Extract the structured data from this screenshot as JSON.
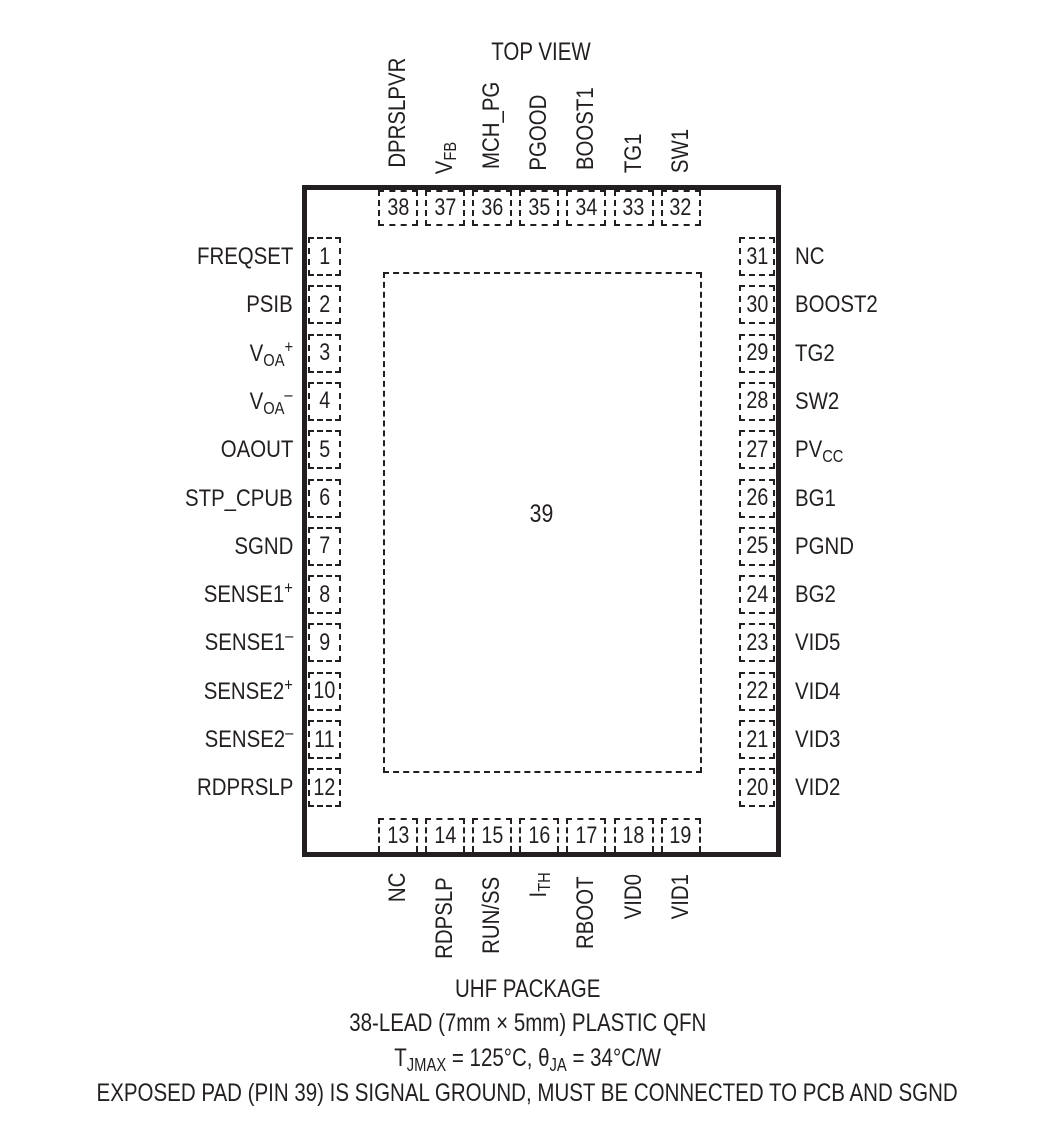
{
  "title": "TOP VIEW",
  "exposed_pad": {
    "number": "39"
  },
  "pins": {
    "left": [
      {
        "num": "1",
        "name": "FREQSET",
        "sub": "",
        "sup": ""
      },
      {
        "num": "2",
        "name": "PSIB",
        "sub": "",
        "sup": ""
      },
      {
        "num": "3",
        "name": "V",
        "sub": "OA",
        "sup": "+"
      },
      {
        "num": "4",
        "name": "V",
        "sub": "OA",
        "sup": "–"
      },
      {
        "num": "5",
        "name": "OAOUT",
        "sub": "",
        "sup": ""
      },
      {
        "num": "6",
        "name": "STP_CPUB",
        "sub": "",
        "sup": ""
      },
      {
        "num": "7",
        "name": "SGND",
        "sub": "",
        "sup": ""
      },
      {
        "num": "8",
        "name": "SENSE1",
        "sub": "",
        "sup": "+"
      },
      {
        "num": "9",
        "name": "SENSE1",
        "sub": "",
        "sup": "–"
      },
      {
        "num": "10",
        "name": "SENSE2",
        "sub": "",
        "sup": "+"
      },
      {
        "num": "11",
        "name": "SENSE2",
        "sub": "",
        "sup": "–"
      },
      {
        "num": "12",
        "name": "RDPRSLP",
        "sub": "",
        "sup": ""
      }
    ],
    "bottom": [
      {
        "num": "13",
        "name": "NC",
        "sub": ""
      },
      {
        "num": "14",
        "name": "RDPSLP",
        "sub": ""
      },
      {
        "num": "15",
        "name": "RUN/SS",
        "sub": ""
      },
      {
        "num": "16",
        "name": "I",
        "sub": "TH"
      },
      {
        "num": "17",
        "name": "RBOOT",
        "sub": ""
      },
      {
        "num": "18",
        "name": "VID0",
        "sub": ""
      },
      {
        "num": "19",
        "name": "VID1",
        "sub": ""
      }
    ],
    "right": [
      {
        "num": "31",
        "name": "NC",
        "sub": ""
      },
      {
        "num": "30",
        "name": "BOOST2",
        "sub": ""
      },
      {
        "num": "29",
        "name": "TG2",
        "sub": ""
      },
      {
        "num": "28",
        "name": "SW2",
        "sub": ""
      },
      {
        "num": "27",
        "name": "PV",
        "sub": "CC"
      },
      {
        "num": "26",
        "name": "BG1",
        "sub": ""
      },
      {
        "num": "25",
        "name": "PGND",
        "sub": ""
      },
      {
        "num": "24",
        "name": "BG2",
        "sub": ""
      },
      {
        "num": "23",
        "name": "VID5",
        "sub": ""
      },
      {
        "num": "22",
        "name": "VID4",
        "sub": ""
      },
      {
        "num": "21",
        "name": "VID3",
        "sub": ""
      },
      {
        "num": "20",
        "name": "VID2",
        "sub": ""
      }
    ],
    "top": [
      {
        "num": "38",
        "name": "DPRSLPVR",
        "sub": ""
      },
      {
        "num": "37",
        "name": "V",
        "sub": "FB"
      },
      {
        "num": "36",
        "name": "MCH_PG",
        "sub": ""
      },
      {
        "num": "35",
        "name": "PGOOD",
        "sub": ""
      },
      {
        "num": "34",
        "name": "BOOST1",
        "sub": ""
      },
      {
        "num": "33",
        "name": "TG1",
        "sub": ""
      },
      {
        "num": "32",
        "name": "SW1",
        "sub": ""
      }
    ]
  },
  "footer": {
    "package": "UHF PACKAGE",
    "lead": "38-LEAD (7mm × 5mm) PLASTIC QFN",
    "thermal": {
      "t": "T",
      "t_sub": "JMAX",
      "t_val": " = 125°C, ",
      "theta": "θ",
      "theta_sub": "JA",
      "theta_val": " = 34°C/W"
    },
    "note": "EXPOSED PAD (PIN 39) IS SIGNAL GROUND, MUST BE CONNECTED TO PCB AND SGND"
  }
}
